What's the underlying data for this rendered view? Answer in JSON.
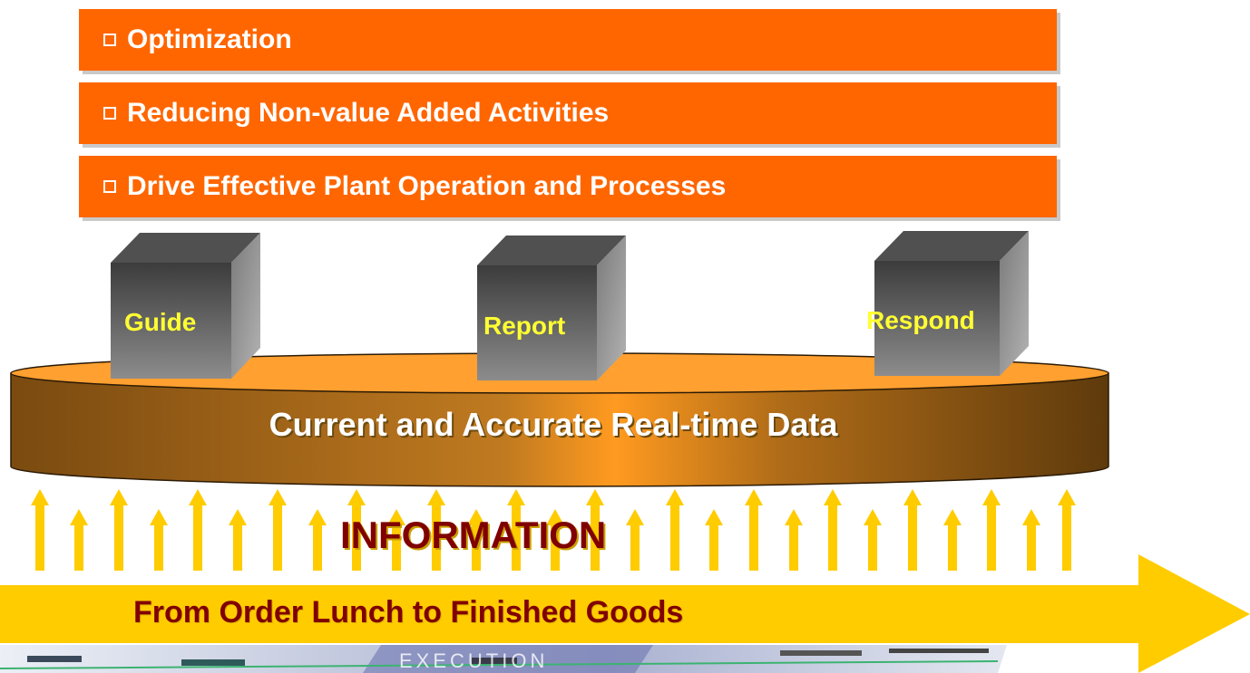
{
  "bullets": [
    "Optimization",
    "Reducing Non-value Added Activities",
    "Drive Effective Plant Operation and Processes"
  ],
  "cubes": [
    "Guide",
    "Report",
    "Respond"
  ],
  "database_label": "Current and Accurate Real-time Data",
  "information_label": "INFORMATION",
  "flow_label": "From Order Lunch to Finished Goods",
  "background_banner_text": "EXECUTION",
  "colors": {
    "bullet_bar": "#ff6600",
    "cube_label": "#ffff33",
    "arrow": "#ffcc00",
    "info_text": "#800000",
    "database_top": "#ffa030",
    "database_side": "#8a5a14"
  }
}
